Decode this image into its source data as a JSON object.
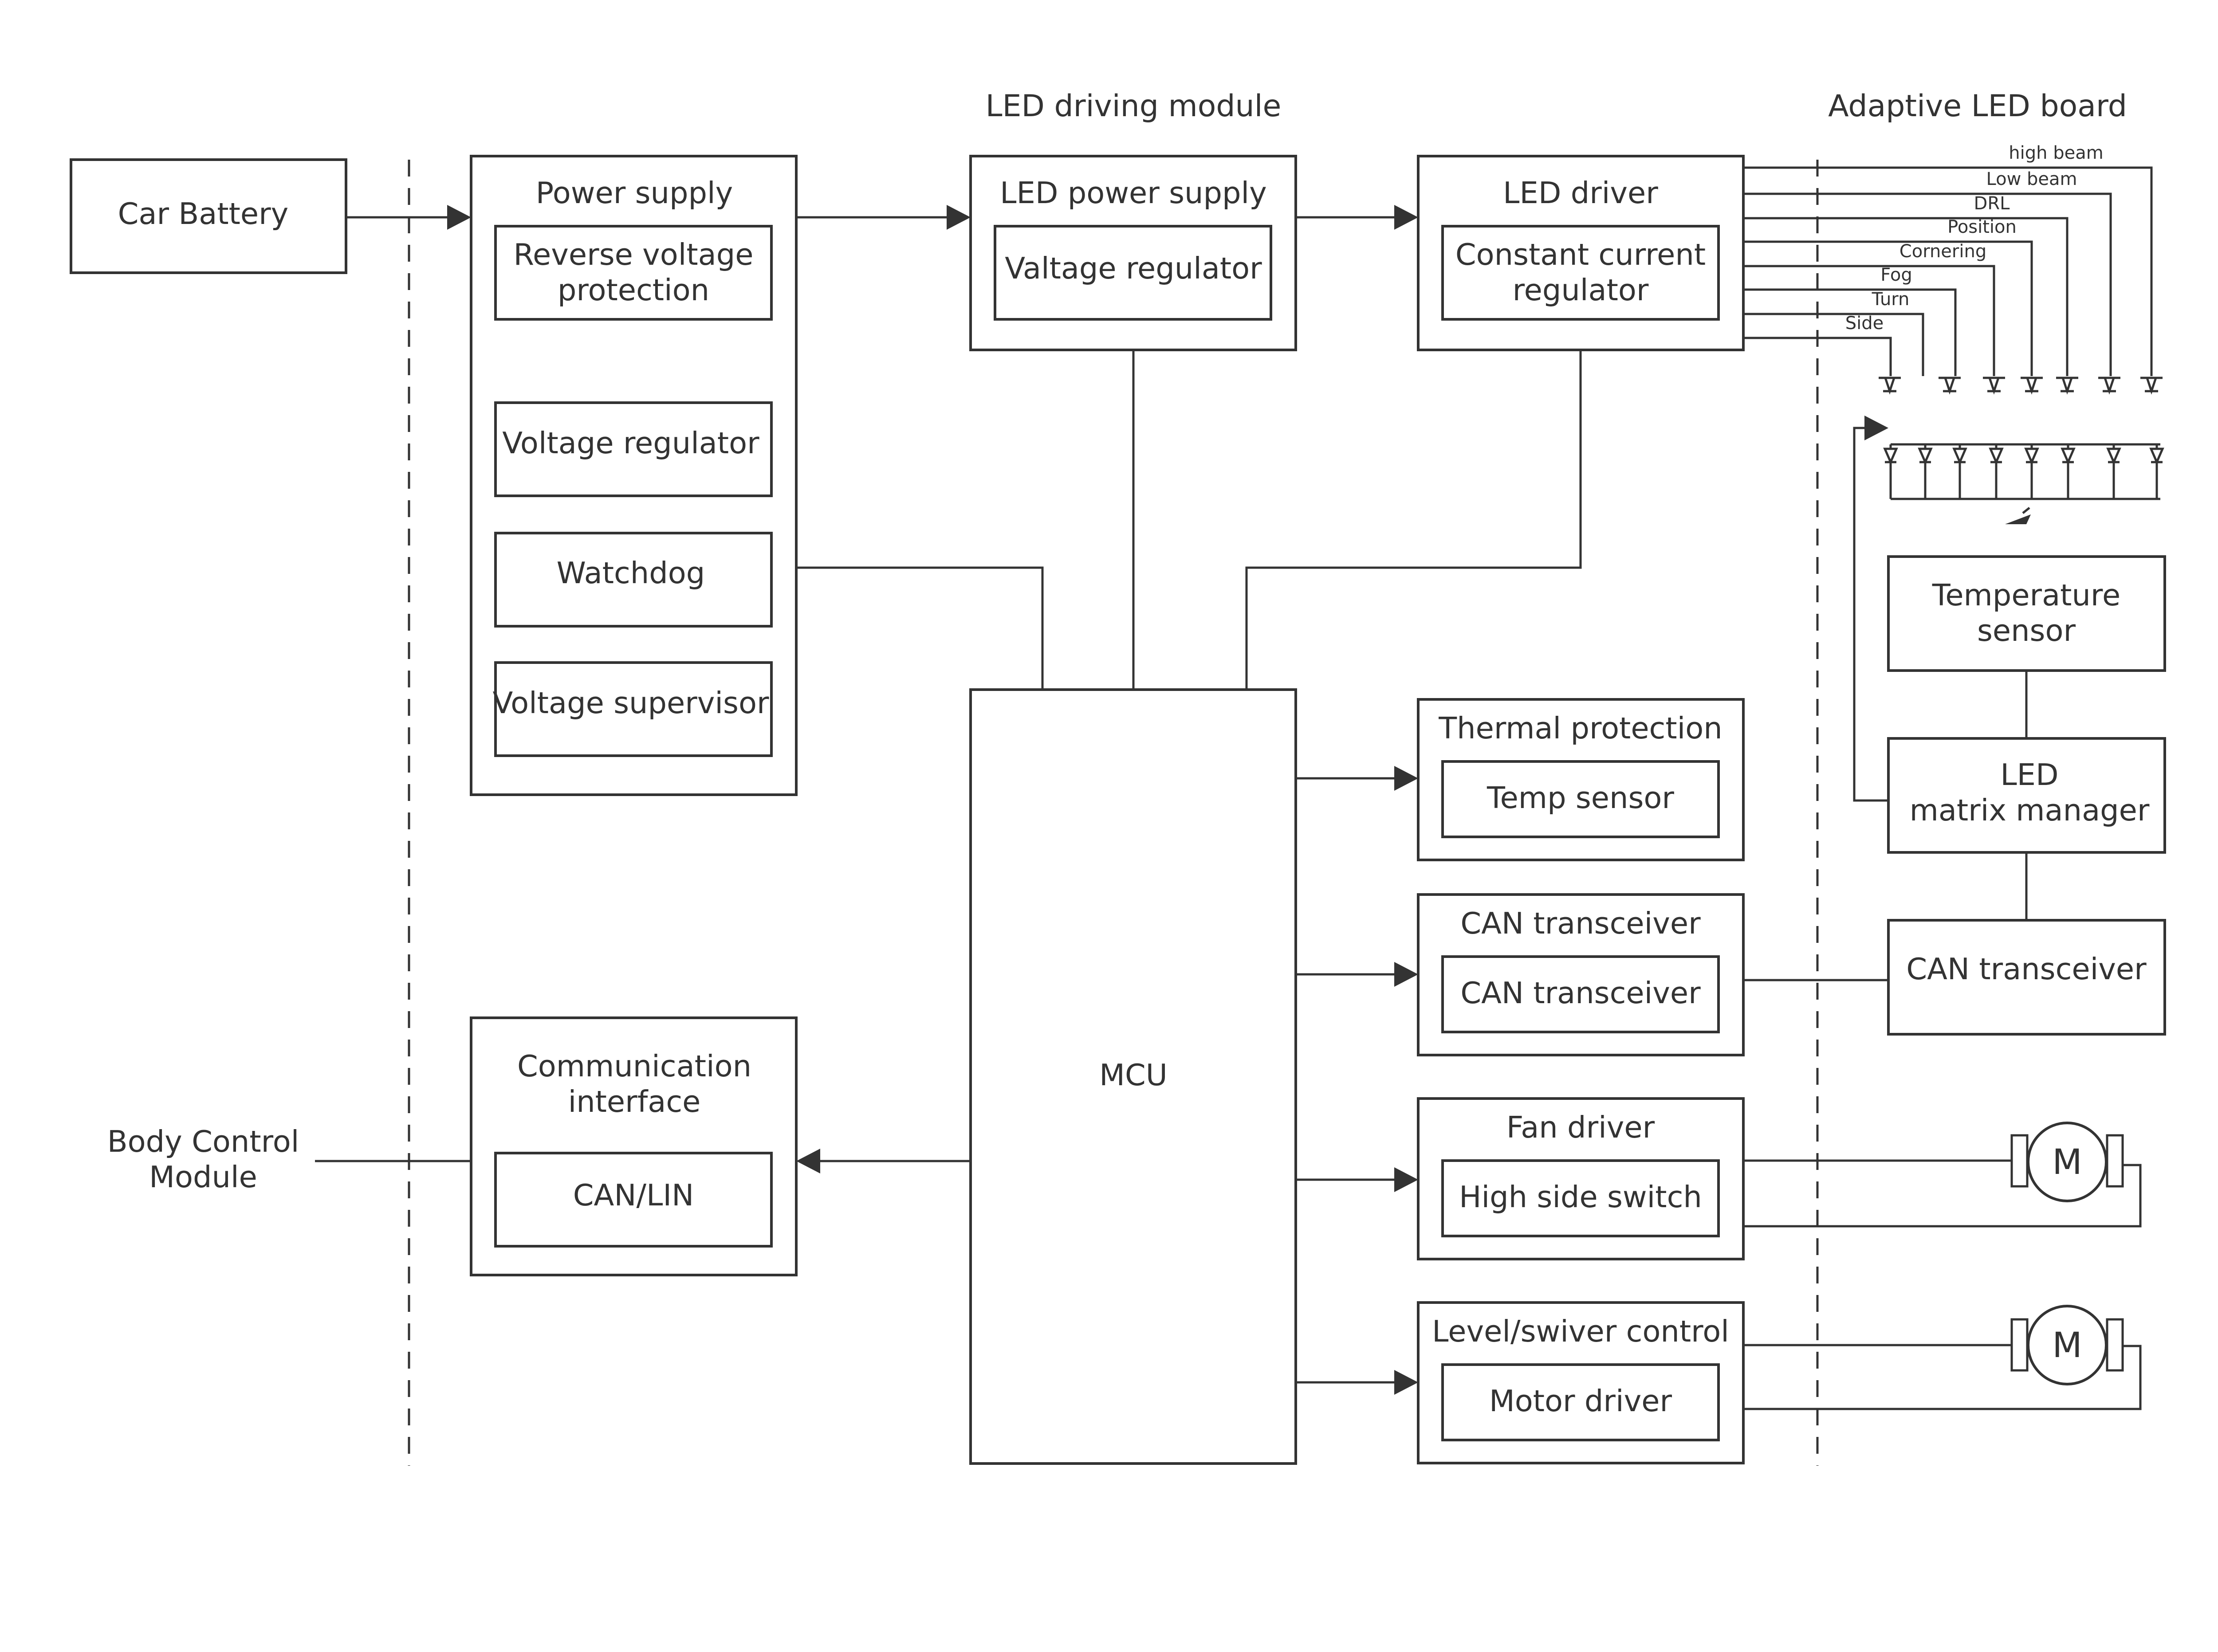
{
  "headers": {
    "led_driving_module": "LED driving module",
    "adaptive_led_board": "Adaptive LED board"
  },
  "car_battery": "Car Battery",
  "body_control_module": [
    "Body Control",
    "Module"
  ],
  "power_supply": {
    "title": "Power supply",
    "reverse_voltage": [
      "Reverse voltage",
      "protection"
    ],
    "voltage_regulator": "Voltage regulator",
    "watchdog": "Watchdog",
    "voltage_supervisor": "Voltage supervisor"
  },
  "communication_interface": {
    "title": [
      "Communication",
      "interface"
    ],
    "can_lin": "CAN/LIN"
  },
  "led_power_supply": {
    "title": "LED power supply",
    "regulator": "Valtage regulator"
  },
  "mcu": "MCU",
  "led_driver": {
    "title": "LED driver",
    "ccr": [
      "Constant current",
      "regulator"
    ]
  },
  "thermal_protection": {
    "title": "Thermal protection",
    "temp_sensor": "Temp sensor"
  },
  "can_transceiver_module": {
    "title": "CAN transceiver",
    "inner": "CAN transceiver"
  },
  "fan_driver": {
    "title": "Fan driver",
    "switch": "High side switch"
  },
  "level_control": {
    "title": "Level/swiver control",
    "motor_driver": "Motor driver"
  },
  "temperature_sensor": [
    "Temperature",
    "sensor"
  ],
  "led_matrix_manager": [
    "LED",
    "matrix manager"
  ],
  "can_transceiver_board": "CAN transceiver",
  "light_functions": [
    "high beam",
    "Low beam",
    "DRL",
    "Position",
    "Cornering",
    "Fog",
    "Turn",
    "Side"
  ],
  "motor_symbol": "M"
}
